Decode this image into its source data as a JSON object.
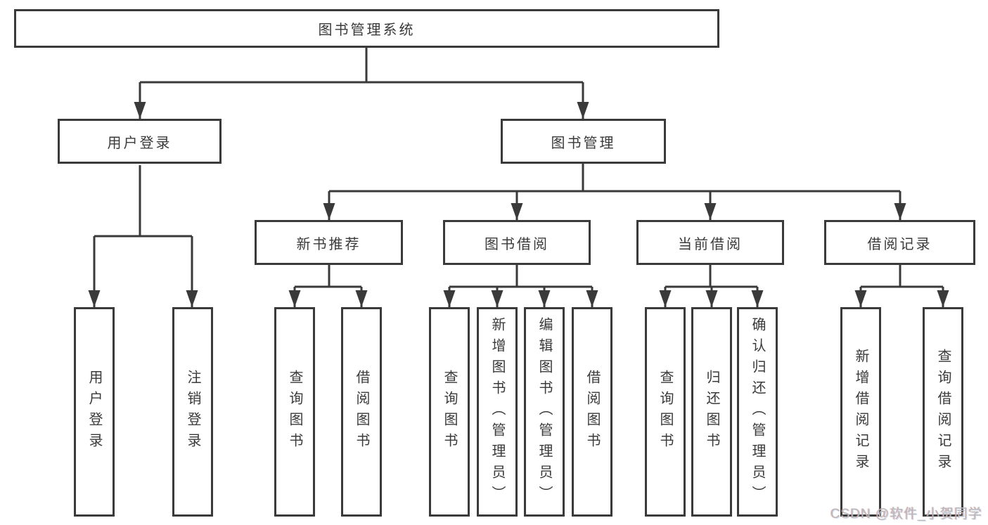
{
  "diagram": {
    "root": {
      "label": "图书管理系统"
    },
    "user_login": {
      "label": "用户登录",
      "children": [
        {
          "label": "用户登录"
        },
        {
          "label": "注销登录"
        }
      ]
    },
    "book_management": {
      "label": "图书管理",
      "sections": [
        {
          "label": "新书推荐",
          "children": [
            {
              "label": "查询图书"
            },
            {
              "label": "借阅图书"
            }
          ]
        },
        {
          "label": "图书借阅",
          "children": [
            {
              "label": "查询图书"
            },
            {
              "label": "新增图书（管理员）"
            },
            {
              "label": "编辑图书（管理员）"
            },
            {
              "label": "借阅图书"
            }
          ]
        },
        {
          "label": "当前借阅",
          "children": [
            {
              "label": "查询图书"
            },
            {
              "label": "归还图书"
            },
            {
              "label": "确认归还（管理员）"
            }
          ]
        },
        {
          "label": "借阅记录",
          "children": [
            {
              "label": "新增借阅记录"
            },
            {
              "label": "查询借阅记录"
            }
          ]
        }
      ]
    }
  },
  "watermark": {
    "text": "CSDN @软件_小贺同学"
  },
  "colors": {
    "line": "#3a3a3a",
    "box_border": "#3a3a3a",
    "text": "#3a3a3a",
    "background": "#ffffff",
    "watermark": "#b9b9b9"
  }
}
